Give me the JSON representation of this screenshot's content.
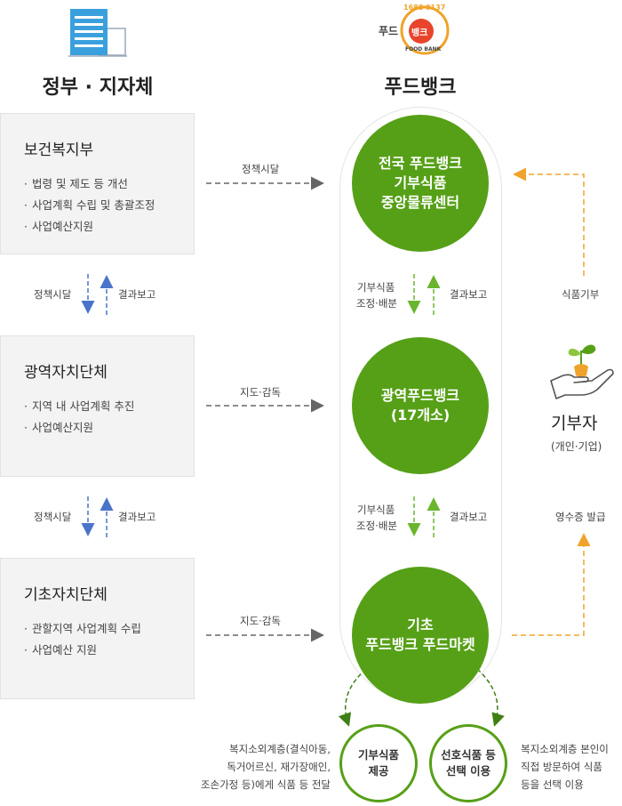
{
  "headers": {
    "left": "정부 · 지자체",
    "center": "푸드뱅크"
  },
  "logo": {
    "top_text": "1688 0137",
    "badge": "뱅크",
    "prefix": "푸드",
    "sub": "FOOD BANK"
  },
  "gov_boxes": [
    {
      "title": "보건복지부",
      "items": [
        "법령 및 제도 등 개선",
        "사업계획 수립 및 총괄조정",
        "사업예산지원"
      ]
    },
    {
      "title": "광역자치단체",
      "items": [
        "지역 내 사업계획 추진",
        "사업예산지원"
      ]
    },
    {
      "title": "기초자치단체",
      "items": [
        "관할지역 사업계획 수립",
        "사업예산 지원"
      ]
    }
  ],
  "circles": [
    {
      "lines": [
        "전국 푸드뱅크",
        "기부식품",
        "중앙물류센터"
      ]
    },
    {
      "lines": [
        "광역푸드뱅크",
        "(17개소)"
      ]
    },
    {
      "lines": [
        "기초",
        "푸드뱅크 푸드마켓"
      ]
    }
  ],
  "small_circles": [
    {
      "lines": [
        "기부식품",
        "제공"
      ]
    },
    {
      "lines": [
        "선호식품 등",
        "선택 이용"
      ]
    }
  ],
  "arrow_labels": {
    "policy_1": "정책시달",
    "guide_1": "지도·감독",
    "guide_2": "지도·감독",
    "left_down_1": "정책시달",
    "left_up_1": "결과보고",
    "left_down_2": "정책시달",
    "left_up_2": "결과보고",
    "mid_down_1a": "기부식품",
    "mid_down_1b": "조정·배분",
    "mid_up_1": "결과보고",
    "mid_down_2a": "기부식품",
    "mid_down_2b": "조정·배분",
    "mid_up_2": "결과보고",
    "food_donation": "식품기부",
    "receipt": "영수증 발급"
  },
  "donor": {
    "title": "기부자",
    "sub": "(개인·기업)"
  },
  "desc_left": [
    "복지소외계층(결식아동,",
    "독거어르신, 재가장애인,",
    "조손가정 등)에게 식품 등 전달"
  ],
  "desc_right": [
    "복지소외계층 본인이",
    "직접 방문하여 식품",
    "등을 선택 이용"
  ],
  "colors": {
    "green": "#56a017",
    "blue": "#4a74c9",
    "orange": "#f0a32a",
    "gray_arrow": "#666666"
  },
  "icons": [
    "building-icon",
    "foodbank-logo-icon",
    "hand-plant-icon"
  ]
}
